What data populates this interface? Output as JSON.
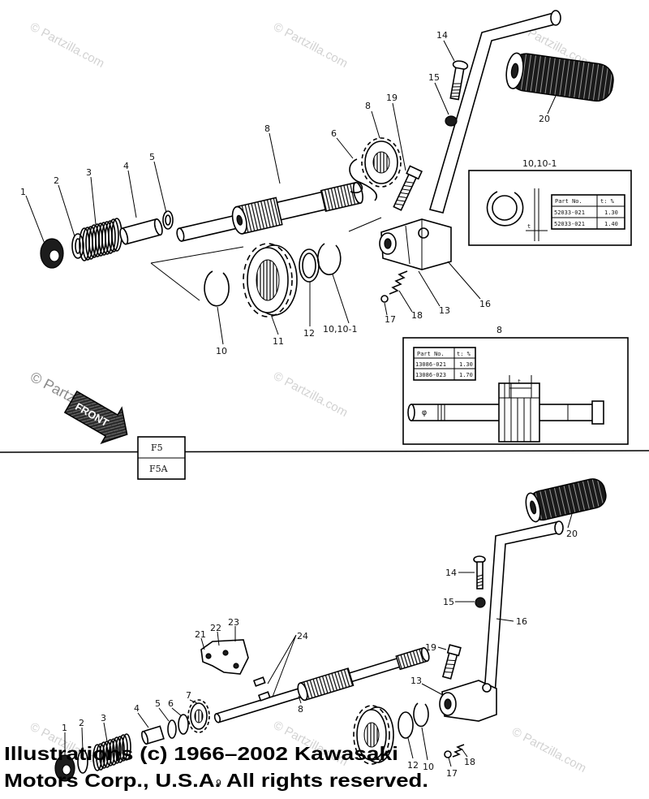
{
  "watermark": "© Partzilla.com",
  "upper": {
    "callouts": [
      "1",
      "2",
      "3",
      "4",
      "5",
      "8",
      "6",
      "8",
      "19",
      "14",
      "15",
      "20",
      "16",
      "13",
      "18",
      "17",
      "10",
      "11",
      "12",
      "10,10-1"
    ],
    "inset_clip": {
      "title": "10,10-1",
      "dim": "t",
      "table": {
        "headers": [
          "Part No.",
          "t: %"
        ],
        "rows": [
          [
            "52033-021",
            "1.30"
          ],
          [
            "52033-021",
            "1.40"
          ]
        ]
      }
    },
    "inset_shaft": {
      "title": "8",
      "dim": "t",
      "symbol": "φ",
      "table": {
        "headers": [
          "Part No.",
          "t: %"
        ],
        "rows": [
          [
            "13086-021",
            "1.30"
          ],
          [
            "13086-023",
            "1.70"
          ]
        ]
      }
    }
  },
  "front_arrow": "FRONT",
  "model_codes": [
    "F5",
    "F5A"
  ],
  "lower": {
    "callouts": [
      "20",
      "14",
      "15",
      "16",
      "19",
      "21",
      "22",
      "23",
      "24",
      "13",
      "7",
      "6",
      "5",
      "4",
      "3",
      "2",
      "1",
      "8",
      "12",
      "10",
      "17",
      "18",
      "9"
    ]
  },
  "copyright": {
    "line1": "Illustrations (c) 1966–2002 Kawasaki",
    "line2": "Motors Corp., U.S.A. All rights reserved."
  }
}
